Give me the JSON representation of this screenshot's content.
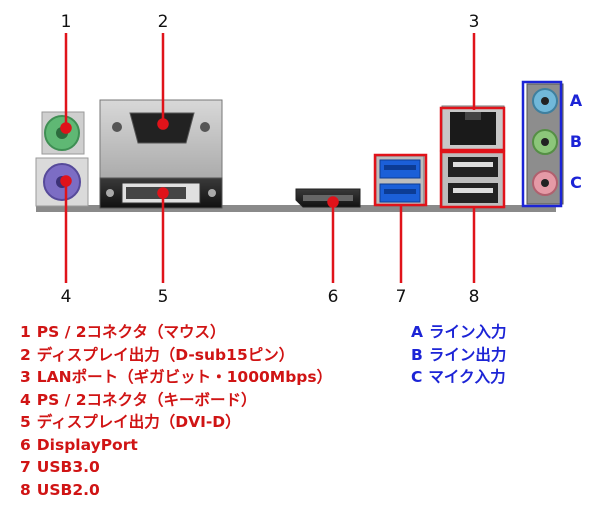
{
  "callouts": {
    "numbers": [
      "1",
      "2",
      "3",
      "4",
      "5",
      "6",
      "7",
      "8"
    ],
    "letters": [
      "A",
      "B",
      "C"
    ]
  },
  "legend_ports": [
    {
      "num": "1",
      "text": "PS / 2コネクタ（マウス）"
    },
    {
      "num": "2",
      "text": "ディスプレイ出力（D-sub15ピン）"
    },
    {
      "num": "3",
      "text": "LANポート（ギガビット・1000Mbps）"
    },
    {
      "num": "4",
      "text": "PS / 2コネクタ（キーボード）"
    },
    {
      "num": "5",
      "text": "ディスプレイ出力（DVI-D）"
    },
    {
      "num": "6",
      "text": "DisplayPort"
    },
    {
      "num": "7",
      "text": "USB3.0"
    },
    {
      "num": "8",
      "text": "USB2.0"
    }
  ],
  "legend_audio": [
    {
      "letter": "A",
      "text": "ライン入力"
    },
    {
      "letter": "B",
      "text": "ライン出力"
    },
    {
      "letter": "C",
      "text": "マイク入力"
    }
  ],
  "colors": {
    "callout_red": "#e0131a",
    "audio_blue": "#1c24d6",
    "ps2_mouse": "#5fb874",
    "ps2_keyboard": "#7c6dc4",
    "usb3_blue": "#1b5fd8",
    "jack_line_in": "#71b8d9",
    "jack_line_out": "#8cc67a",
    "jack_mic": "#e59aa6"
  }
}
